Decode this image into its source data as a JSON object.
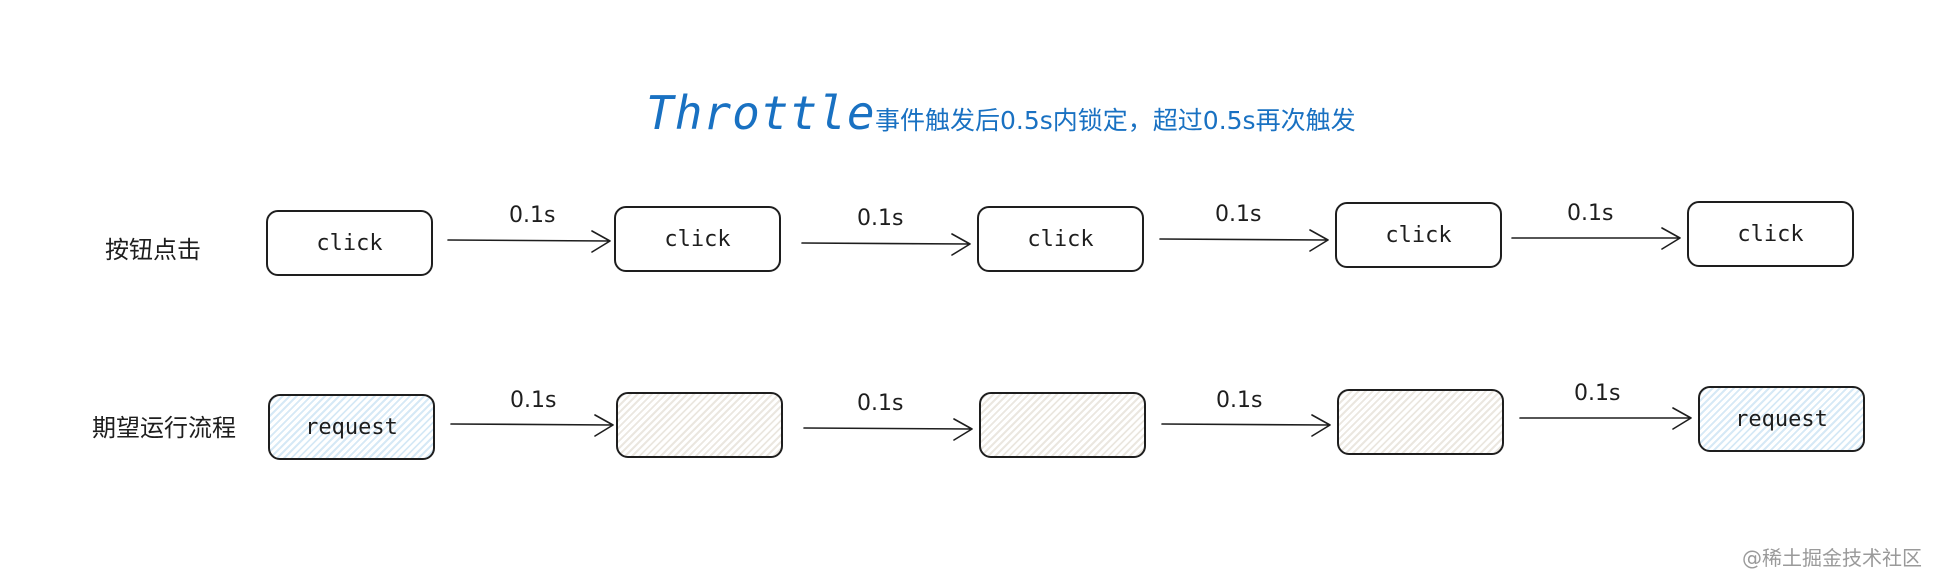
{
  "title": "Throttle",
  "subtitle": "事件触发后0.5s内锁定，超过0.5s再次触发",
  "rows": [
    {
      "label": "按钮点击",
      "boxes": [
        {
          "text": "click",
          "fill": "none"
        },
        {
          "text": "click",
          "fill": "none"
        },
        {
          "text": "click",
          "fill": "none"
        },
        {
          "text": "click",
          "fill": "none"
        },
        {
          "text": "click",
          "fill": "none"
        }
      ],
      "arrows": [
        "0.1s",
        "0.1s",
        "0.1s",
        "0.1s"
      ]
    },
    {
      "label": "期望运行流程",
      "boxes": [
        {
          "text": "request",
          "fill": "hatch-blue"
        },
        {
          "text": "",
          "fill": "hatch-gray"
        },
        {
          "text": "",
          "fill": "hatch-gray"
        },
        {
          "text": "",
          "fill": "hatch-gray"
        },
        {
          "text": "request",
          "fill": "hatch-blue"
        }
      ],
      "arrows": [
        "0.1s",
        "0.1s",
        "0.1s",
        "0.1s"
      ]
    }
  ],
  "watermark": "@稀土掘金技术社区",
  "colors": {
    "title": "#1971c2",
    "stroke": "#1e1e1e",
    "hatch_blue": "#d6e9f6",
    "hatch_gray": "#ebe7e0"
  }
}
